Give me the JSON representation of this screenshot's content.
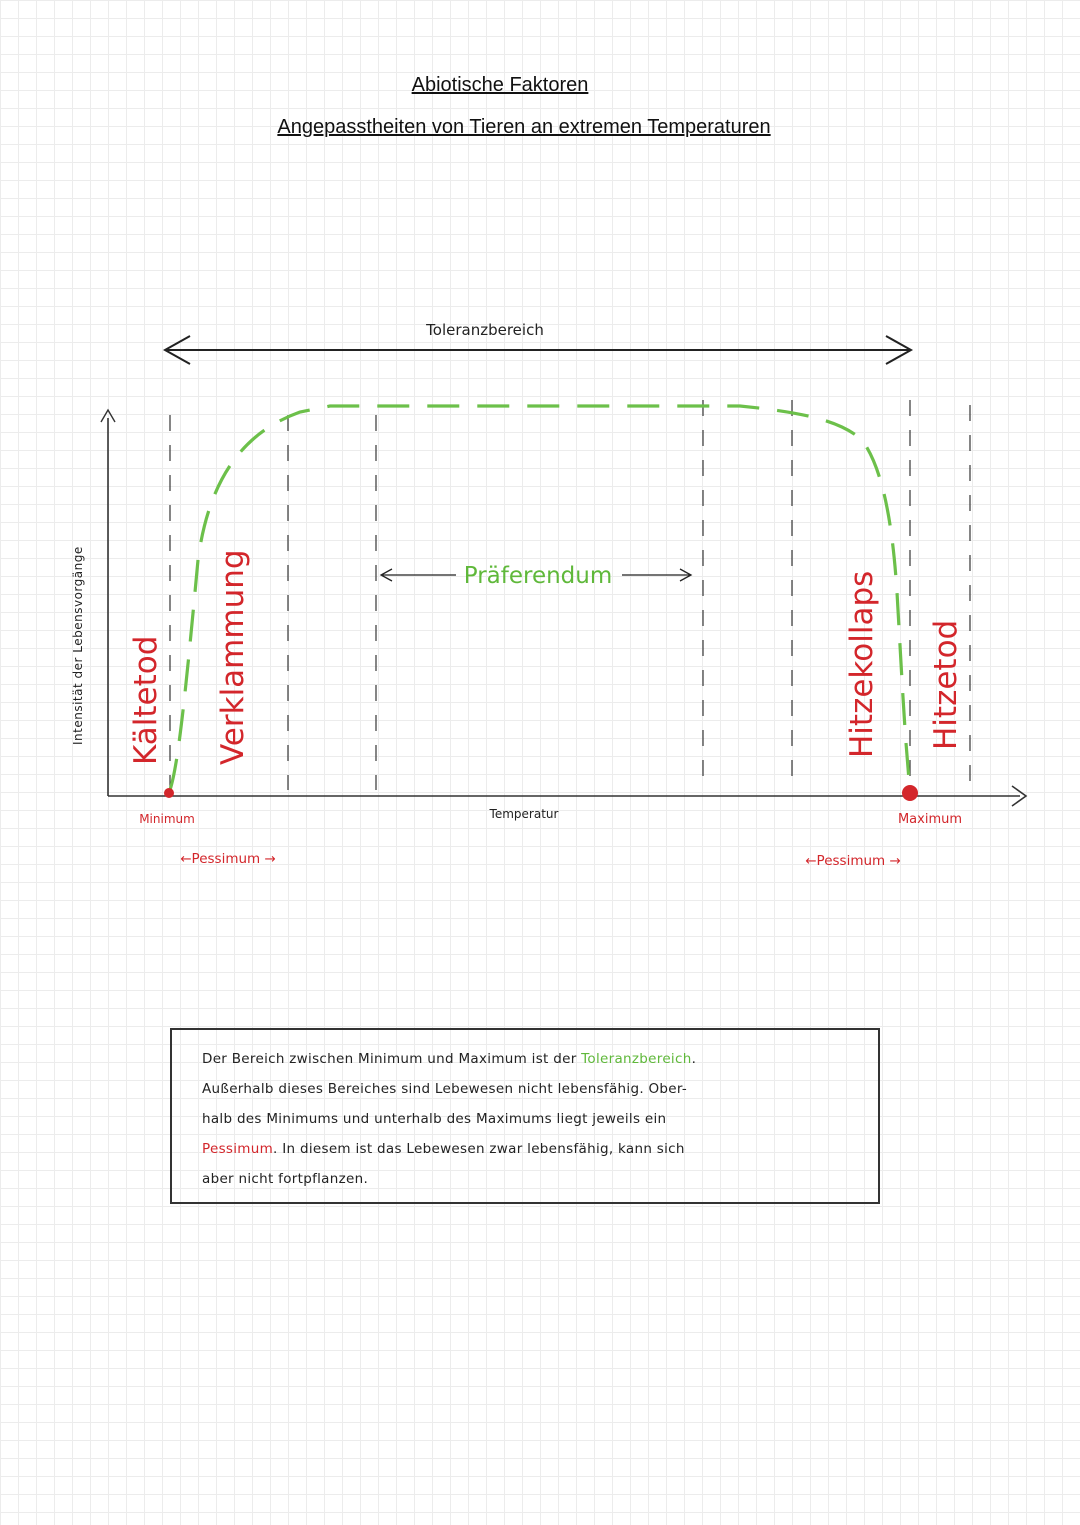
{
  "header": {
    "title": "Abiotische Faktoren",
    "subtitle": "Angepasstheiten von Tieren an extremen Temperaturen"
  },
  "diagram": {
    "tolerance_label": "Toleranzbereich",
    "preferendum_label": "Präferendum",
    "y_axis_label": "Intensität der Lebensvorgänge",
    "x_axis_label": "Temperatur",
    "min_label": "Minimum",
    "max_label": "Maximum",
    "pessimum_left": "←Pessimum →",
    "pessimum_right": "←Pessimum →",
    "zone_labels": {
      "cold_death": "Kältetod",
      "stiffness": "Verklammung",
      "heat_collapse": "Hitzekollaps",
      "heat_death": "Hitzetod"
    },
    "colors": {
      "curve": "#6cc04a",
      "red": "#d3262b",
      "ink": "#222222"
    }
  },
  "note": {
    "line1_a": "Der Bereich zwischen Minimum und Maximum ist der ",
    "line1_b": "Toleranzbereich",
    "line1_c": ".",
    "line2": "Außerhalb dieses Bereiches sind Lebewesen nicht lebensfähig. Ober-",
    "line3": "halb des Minimums und unterhalb des Maximums liegt jeweils ein",
    "line4_a": "Pessimum",
    "line4_b": ". In diesem ist das Lebewesen zwar lebensfähig, kann sich",
    "line5": "aber nicht fortpflanzen."
  }
}
